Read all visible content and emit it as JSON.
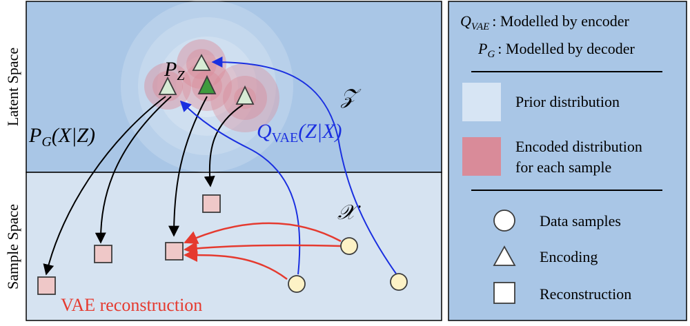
{
  "colors": {
    "latent_bg": "#a9c6e6",
    "sample_bg": "#d6e3f1",
    "legend_bg": "#a9c6e6",
    "prior": "#d7e5f4",
    "encoded": "#d98b99",
    "data_fill": "#fdf2c6",
    "recon_fill": "#efc8c8",
    "enc_fill": "#d7ebd5",
    "enc_active": "#3e9b3e",
    "blue": "#1a2fe0",
    "red": "#e53a2f",
    "black": "#000000"
  },
  "side_labels": {
    "latent": "Latent Space",
    "sample": "Sample Space"
  },
  "diagram": {
    "z_space": "𝒵",
    "x_space": "𝒳",
    "pz_main": "P",
    "pz_sub": "Z",
    "pg_main": "P",
    "pg_sub": "G",
    "pg_rest": "(X|Z)",
    "q_main": "Q",
    "q_sub": "VAE",
    "q_rest": "(Z|X)",
    "vae_reconstruction": "VAE reconstruction"
  },
  "legend": {
    "qvae_main": "Q",
    "qvae_sub": "VAE",
    "qvae_text": ": Modelled by encoder",
    "pg_main": "P",
    "pg_sub": "G",
    "pg_text": ": Modelled by decoder",
    "prior": "Prior distribution",
    "encoded_line1": "Encoded distribution",
    "encoded_line2": "for each sample",
    "data_samples": "Data samples",
    "encoding": "Encoding",
    "reconstruction": "Reconstruction"
  }
}
